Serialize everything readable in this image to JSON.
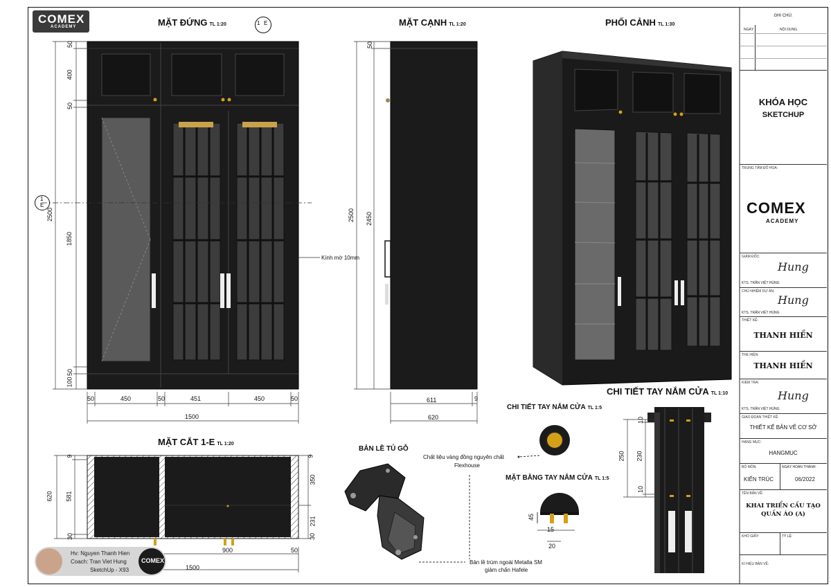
{
  "logo": {
    "name": "COMEX",
    "sub": "ACADEMY"
  },
  "views": {
    "front": {
      "title": "MẶT ĐỨNG",
      "scale": "TL 1:20"
    },
    "side": {
      "title": "MẶT CẠNH",
      "scale": "TL 1:20"
    },
    "perspective": {
      "title": "PHỐI CẢNH",
      "scale": "TL 1:30"
    },
    "section": {
      "title": "MẶT CẮT 1-E",
      "scale": "TL 1:20"
    },
    "handle_detail": {
      "title": "CHI TIẾT TAY NẮM CỬA",
      "scale": "TL 1:10"
    },
    "handle_detail2": {
      "title": "CHI TIẾT TAY NẮM CỬA",
      "scale": "TL 1:5"
    },
    "handle_plan": {
      "title": "MẶT BẰNG TAY NẮM CỬA",
      "scale": "TL 1:5"
    },
    "hinge": {
      "title": "BẢN LỀ TỦ GỖ"
    }
  },
  "section_mark": {
    "num": "1",
    "letter": "E"
  },
  "dims": {
    "front_widths": [
      "50",
      "450",
      "50",
      "451",
      "450",
      "50"
    ],
    "front_total": "1500",
    "front_heights": [
      "50",
      "400",
      "50",
      "1850",
      "50",
      "100"
    ],
    "front_total_h": "2500",
    "side_total_h": "2500",
    "side_inner_h": "2450",
    "side_top": "50",
    "side_w": "611",
    "side_w_small": "9",
    "side_total_w": "620",
    "sec_h": "620",
    "sec_581": "581",
    "sec_30": "30",
    "sec_9": "9",
    "sec_350": "350",
    "sec_231": "231",
    "sec_30r": "30",
    "sec_9r": "9",
    "sec_900": "900",
    "sec_50": "50",
    "sec_total": "1500",
    "det_250": "250",
    "det_230": "230",
    "det_10a": "10",
    "det_10b": "10",
    "plan_45": "45",
    "plan_15": "15",
    "plan_20": "20"
  },
  "notes": {
    "glass": "Kính mờ 10mm",
    "material": "Chất liệu vàng đồng nguyên chất",
    "material2": "Flexhouse",
    "hinge_note": "Bản lề trùm ngoài Metalla SM",
    "hinge_note2": "giảm chấn Hafele"
  },
  "student": {
    "hv": "Hv: Nguyen Thanh Hien",
    "coach": "Coach: Tran Viet Hung",
    "course": "SketchUp - X93"
  },
  "title_block": {
    "ghichu": "GHI CHÚ:",
    "ngay": "NGÀY",
    "noidung": "NỘI DUNG",
    "course1": "KHÓA HỌC",
    "course2": "SKETCHUP",
    "center_lbl": "TRUNG TÂM ĐỒ HỌA:",
    "director_lbl": "GIÁM ĐỐC:",
    "director": "KTS. TRẦN VIỆT HÙNG",
    "pm_lbl": "CHỦ NHIỆM DỰ ÁN:",
    "pm": "KTS. TRẦN VIỆT HÙNG",
    "design_lbl": "THIẾT KẾ:",
    "design": "THANH HIỀN",
    "draw_lbl": "THỂ HIỆN:",
    "draw": "THANH HIỀN",
    "check_lbl": "KIỂM TRA:",
    "check": "KTS. TRẦN VIỆT HÙNG",
    "stage_lbl": "GIAO ĐOẠN THIẾT KẾ:",
    "stage": "THIẾT KẾ BẢN VẼ CƠ SỞ",
    "item_lbl": "HẠNG MỤC:",
    "item": "HANGMUC",
    "dept_lbl": "BỘ MÔN:",
    "dept": "KIẾN TRÚC",
    "date_lbl": "NGÀY HOÀN THÀNH:",
    "date": "06/2022",
    "drawing_lbl": "TÊN BẢN VẼ:",
    "drawing1": "KHAI TRIỂN CẤU TẠO",
    "drawing2": "QUẦN ÁO (A)",
    "paper_lbl": "KHỔ GIẤY:",
    "ratio_lbl": "TỶ LỆ:",
    "code_lbl": "KÍ HIỆU BẢN VẼ:",
    "signature": "Hung"
  },
  "colors": {
    "cabinet": "#1b1b1b",
    "glass": "#5a5a5a",
    "brass": "#d4a017"
  }
}
